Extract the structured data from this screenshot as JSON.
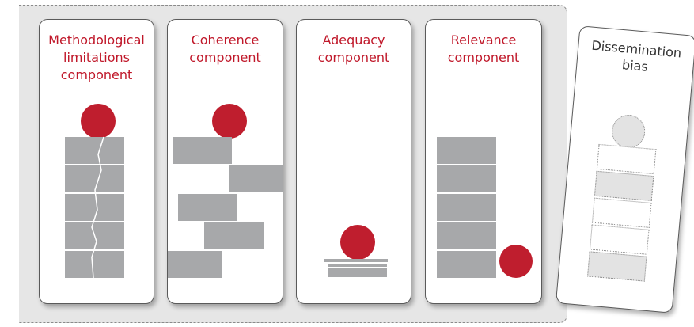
{
  "components": [
    {
      "title": "Methodological limitations component"
    },
    {
      "title": "Coherence component"
    },
    {
      "title": "Adequacy component"
    },
    {
      "title": "Relevance component"
    }
  ],
  "bias_card": {
    "title": "Dissemination bias"
  },
  "colors": {
    "accent_red": "#bf1e2e",
    "title_red": "#c0182a",
    "block_grey": "#a7a8aa",
    "panel_grey": "#e6e6e6"
  }
}
